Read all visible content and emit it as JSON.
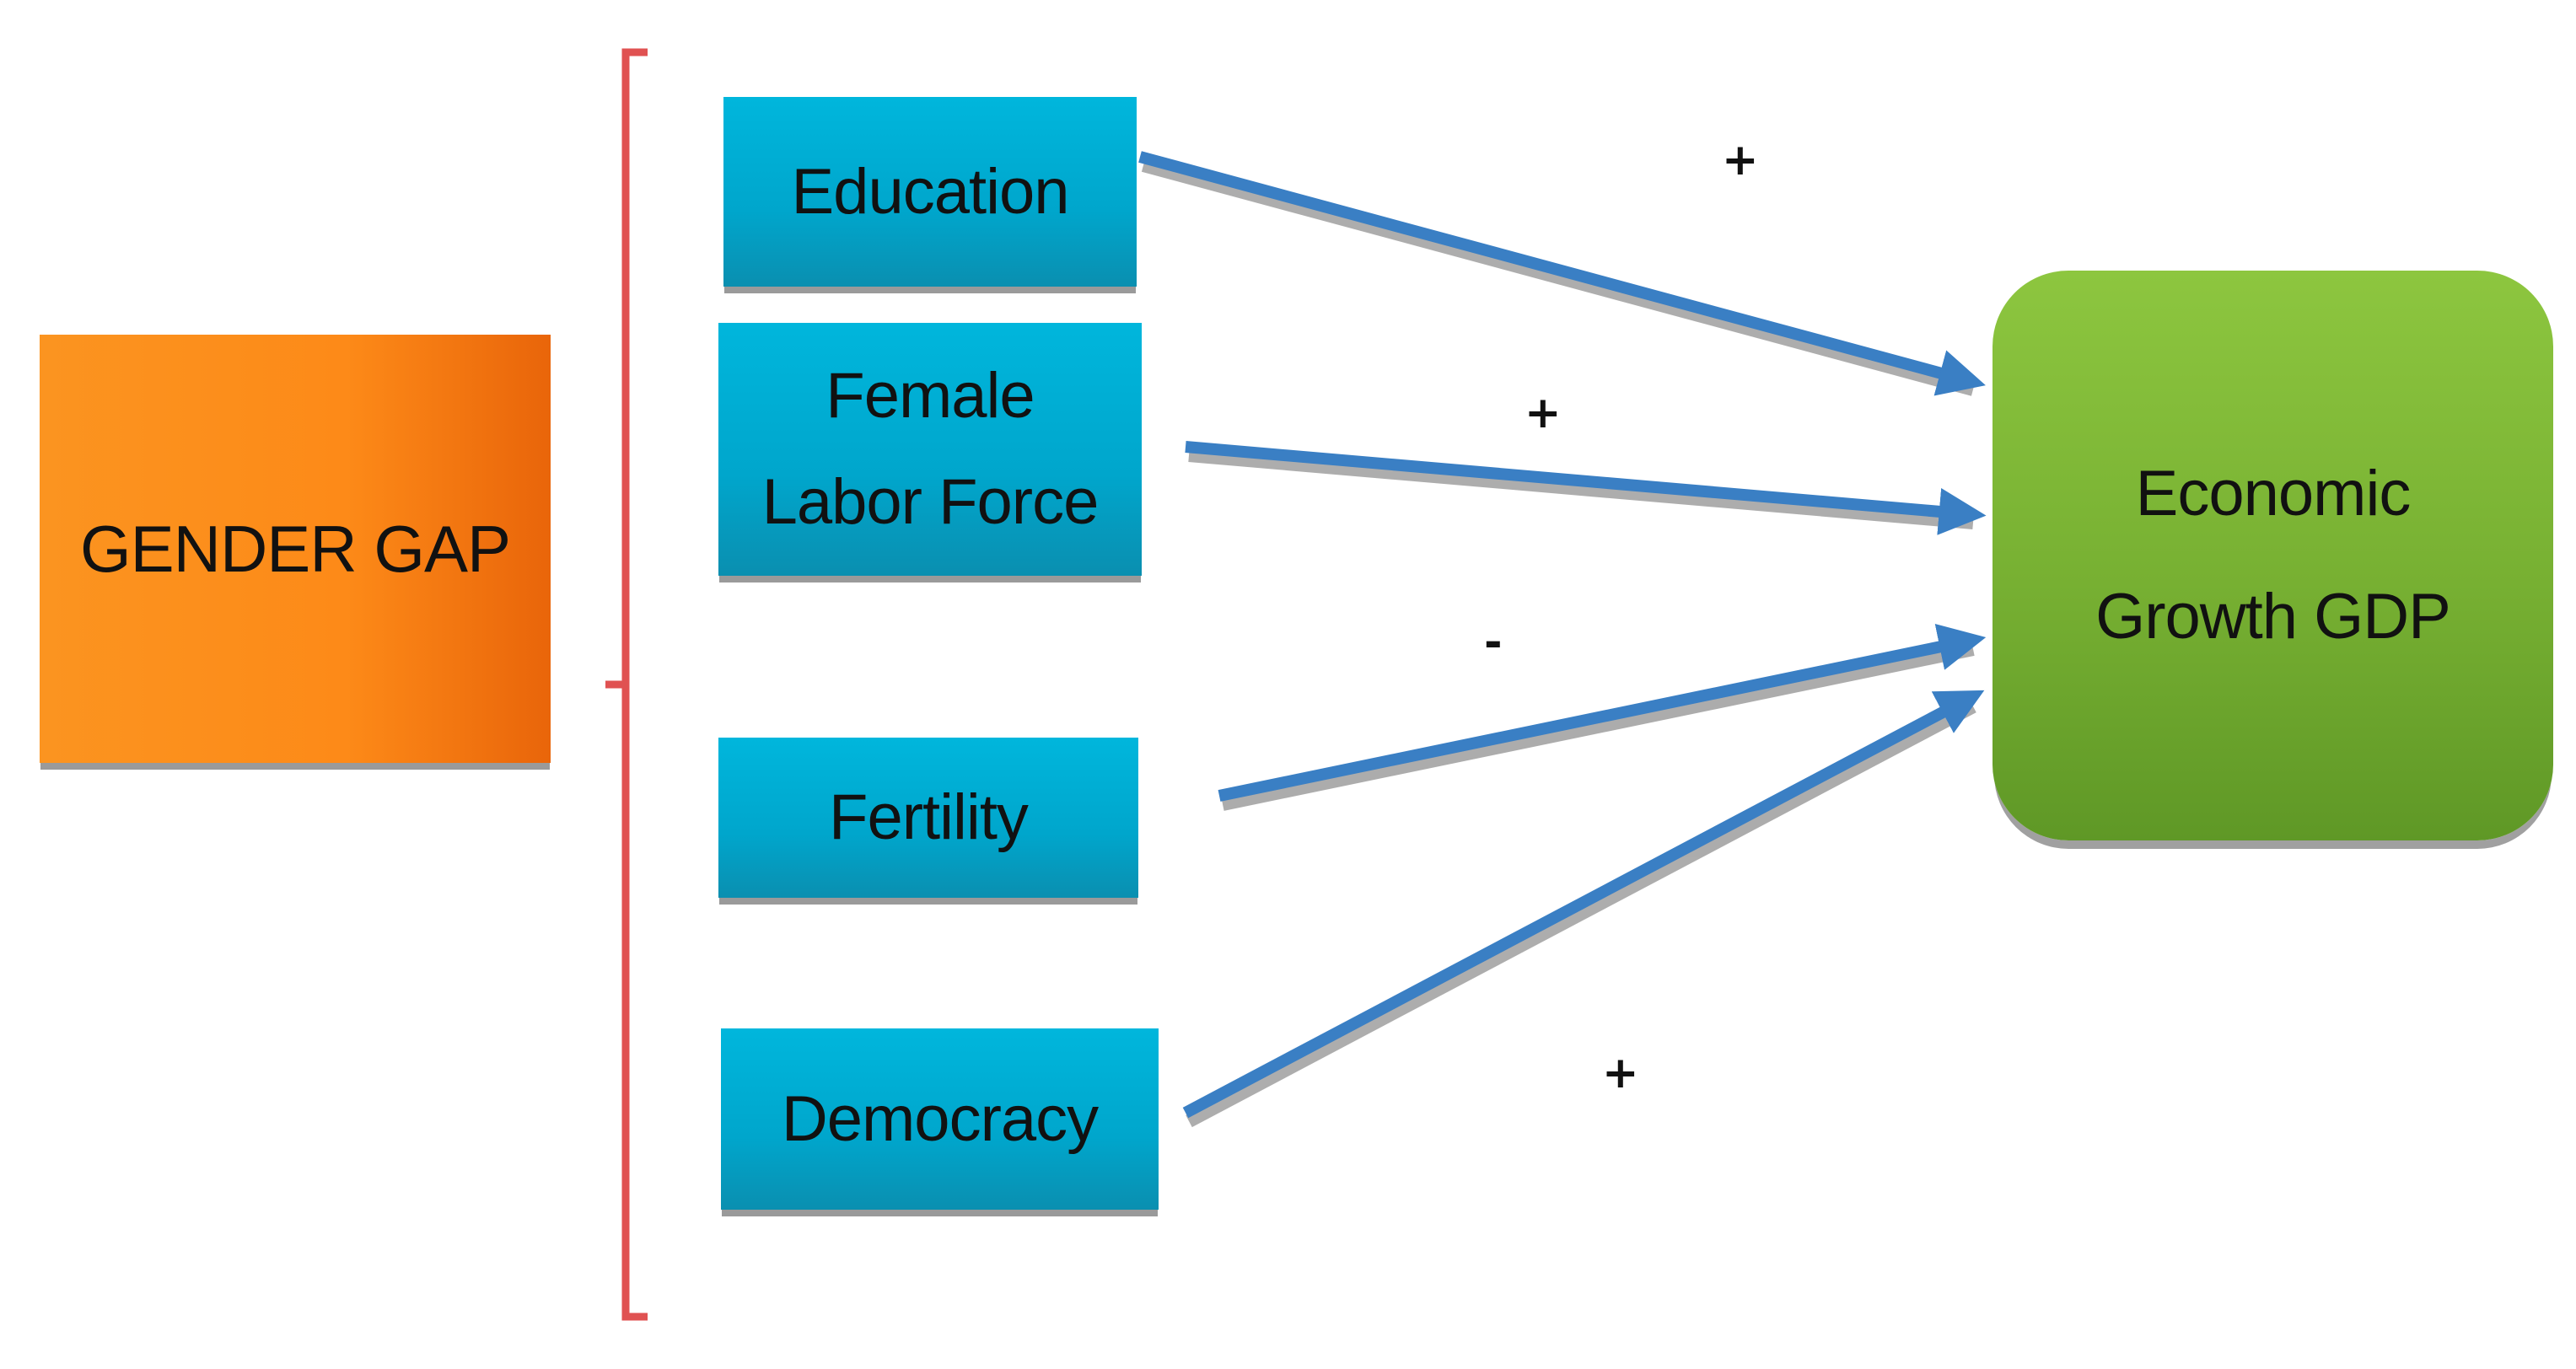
{
  "diagram": {
    "source": {
      "label": "GENDER GAP"
    },
    "factors": [
      {
        "id": "education",
        "lines": [
          "Education"
        ]
      },
      {
        "id": "female-labor-force",
        "lines": [
          "Female",
          "Labor Force"
        ]
      },
      {
        "id": "fertility",
        "lines": [
          "Fertility"
        ]
      },
      {
        "id": "democracy",
        "lines": [
          "Democracy"
        ]
      }
    ],
    "target": {
      "lines": [
        "Economic",
        "Growth GDP"
      ]
    },
    "effects": [
      {
        "from": "education",
        "sign": "+"
      },
      {
        "from": "female-labor-force",
        "sign": "+"
      },
      {
        "from": "fertility",
        "sign": "-"
      },
      {
        "from": "democracy",
        "sign": "+"
      }
    ],
    "colors": {
      "source_fill": "#fb8c1a",
      "factor_fill": "#00aed4",
      "target_fill": "#7cb935",
      "bracket": "#e05252",
      "arrow": "#3a7fc4"
    }
  }
}
